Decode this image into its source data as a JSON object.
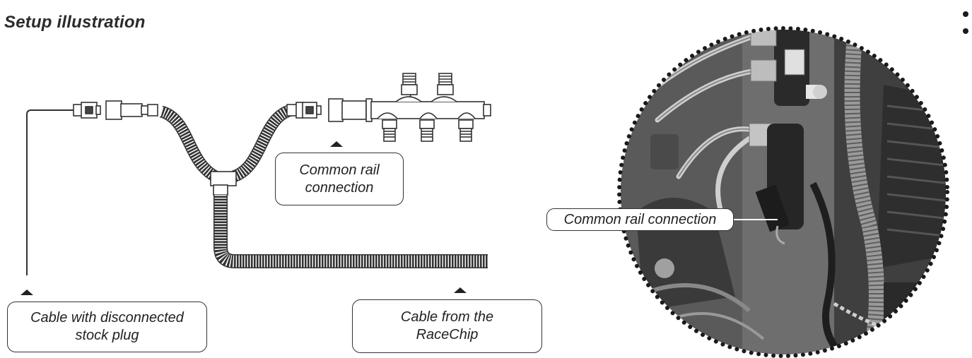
{
  "title": "Setup illustration",
  "labels": {
    "cable_stock": "Cable with disconnected\nstock plug",
    "common_rail": "Common rail\nconnection",
    "cable_racechip": "Cable from the\nRaceChip",
    "photo_common_rail": "Common rail connection"
  },
  "colors": {
    "line": "#333333",
    "photo_dark": "#3d3d3d",
    "photo_mid": "#8a8a8a",
    "photo_light": "#d4d4d4",
    "dots": "#1a1a1a"
  }
}
